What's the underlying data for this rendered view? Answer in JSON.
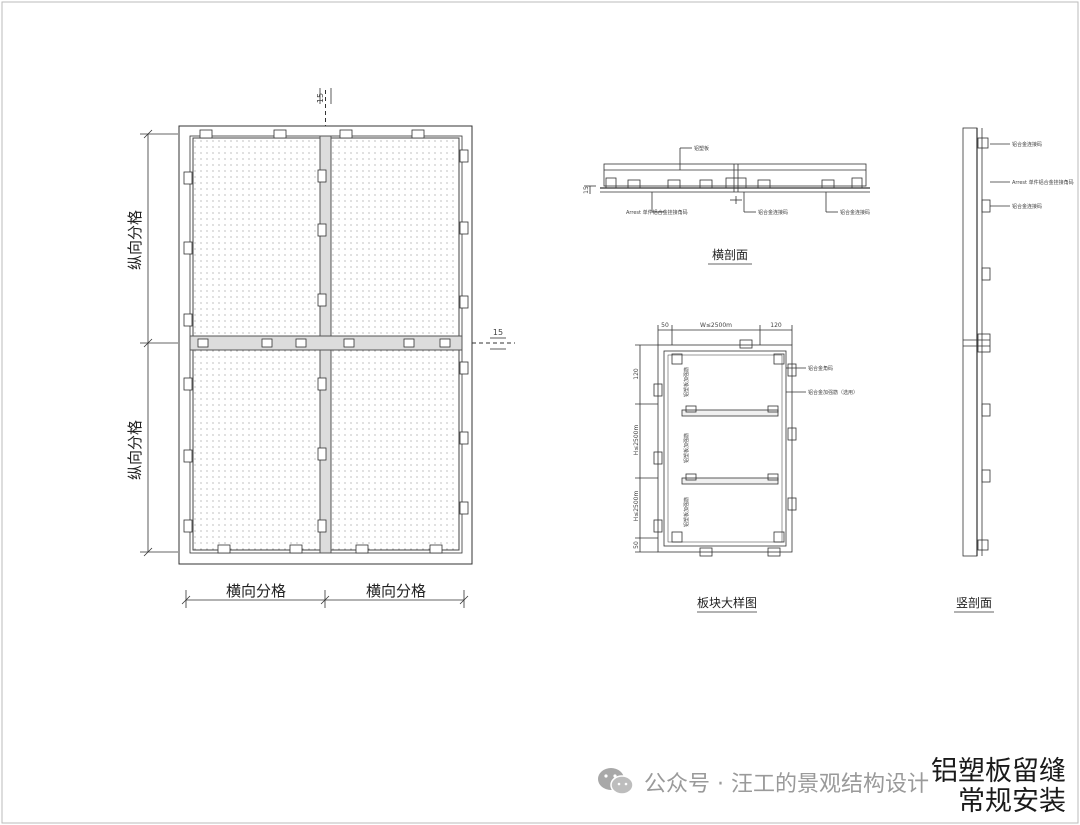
{
  "main_plan": {
    "vertical_div_label": "纵向分格",
    "horizontal_div_label": "横向分格",
    "top_marker": "15",
    "right_marker": "15"
  },
  "horizontal_section": {
    "title": "横剖面",
    "notes": [
      "铝塑板",
      "Arrest 单件铝合金挂接角码",
      "铝合金连接码",
      "铝合金连接码"
    ],
    "dim_left": "15"
  },
  "panel_detail": {
    "title": "板块大样图",
    "top_dims": [
      "50",
      "W≤2500m",
      "120"
    ],
    "left_dims": [
      "120",
      "H≤2500m",
      "H≤2500m",
      "50"
    ],
    "notes": [
      "铝合金角码",
      "铝合金加强筋（选用）"
    ],
    "inner_labels": [
      "铝塑板加强筋",
      "铝塑板加强筋",
      "铝塑板加强筋"
    ]
  },
  "vertical_section": {
    "title": "竖剖面",
    "notes": [
      "铝合金连接码",
      "Arrest 单件铝合金挂接角码",
      "铝合金连接码"
    ]
  },
  "watermark": {
    "text": "公众号 · 汪工的景观结构设计"
  },
  "title_block": {
    "line1": "铝塑板留缝",
    "line2": "常规安装"
  },
  "colors": {
    "line": "#333333",
    "watermark": "#9a9a9a",
    "ink": "#1a1a1a"
  }
}
